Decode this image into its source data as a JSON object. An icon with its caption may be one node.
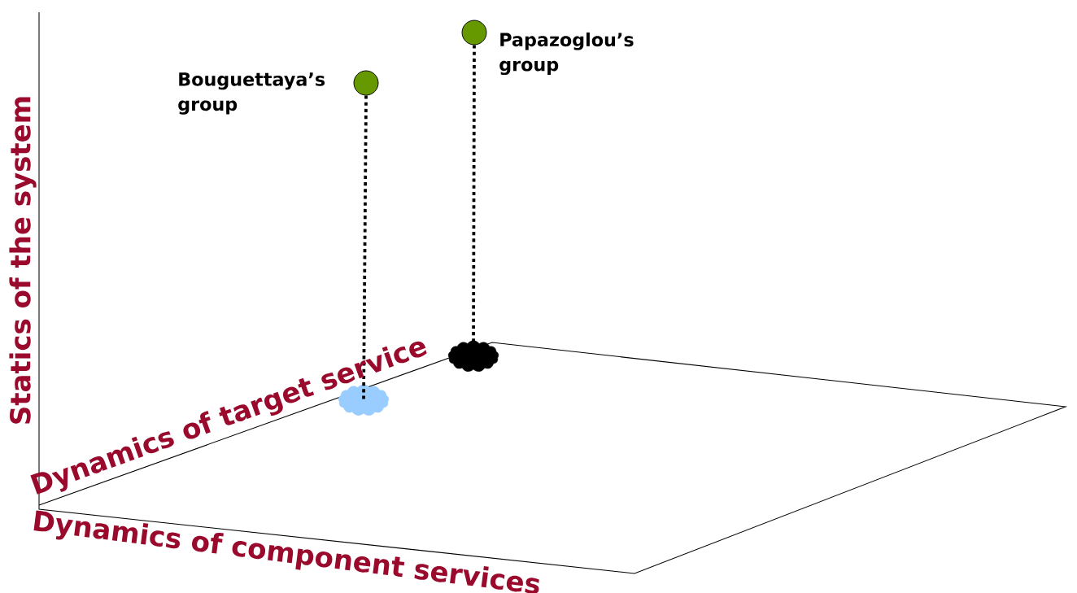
{
  "diagram": {
    "nodes": [
      {
        "text": [],
        "shape": "circle",
        "beside": [
          "Bouguettaya’s group"
        ]
      },
      {
        "text": [],
        "shape": "cloud"
      },
      {
        "text": [],
        "shape": "circle",
        "beside": [
          "Papazoglou’s group"
        ]
      },
      {
        "text": [],
        "shape": "cloud"
      }
    ],
    "edges": [
      {
        "from": 0,
        "to": 1,
        "arrow": "none",
        "style": "dashed"
      },
      {
        "from": 2,
        "to": 3,
        "arrow": "none",
        "style": "dashed"
      }
    ],
    "labels": [
      "Statics of the system",
      "Dynamics of target service",
      "Dynamics of component services"
    ]
  }
}
